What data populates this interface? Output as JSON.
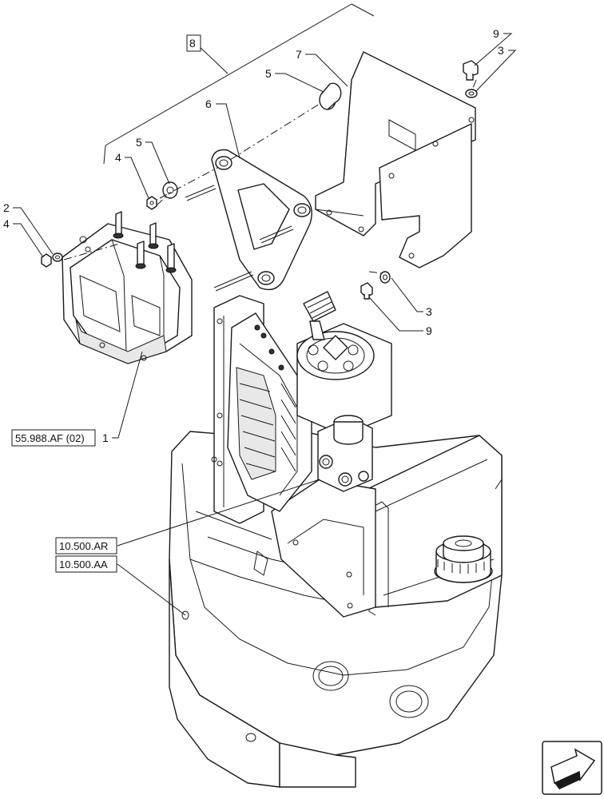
{
  "callouts": {
    "group_8": "8",
    "p9_top": "9",
    "p3_top": "3",
    "p7": "7",
    "p5_top": "5",
    "p6": "6",
    "p5_left": "5",
    "p4_left": "4",
    "p2": "2",
    "p4_lower": "4",
    "p1": "1",
    "p3_bottom": "3",
    "p9_bottom": "9"
  },
  "references": {
    "valve_ref": "55.988.AF (02)",
    "ref_ar": "10.500.AR",
    "ref_aa": "10.500.AA"
  },
  "icons": {
    "nav": "next-page-arrow-icon"
  }
}
